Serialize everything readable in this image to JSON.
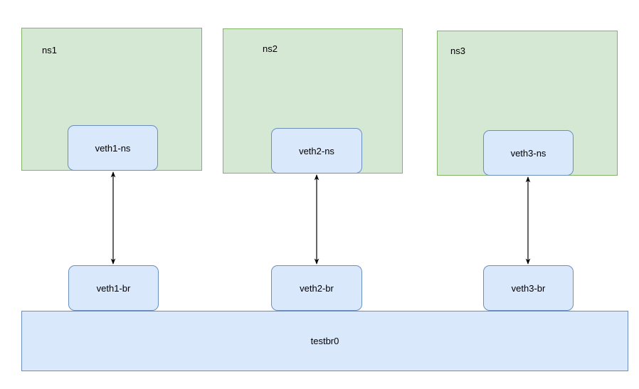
{
  "namespaces": [
    {
      "label": "ns1",
      "interface": "veth1-ns"
    },
    {
      "label": "ns2",
      "interface": "veth2-ns"
    },
    {
      "label": "ns3",
      "interface": "veth3-ns"
    }
  ],
  "bridge": {
    "label": "testbr0",
    "ports": [
      "veth1-br",
      "veth2-br",
      "veth3-br"
    ]
  },
  "colors": {
    "namespace_fill": "#d5e8d4",
    "namespace_stroke": "#82b366",
    "interface_fill": "#dae8fc",
    "interface_stroke": "#6c8ebf",
    "connector": "#000000"
  }
}
